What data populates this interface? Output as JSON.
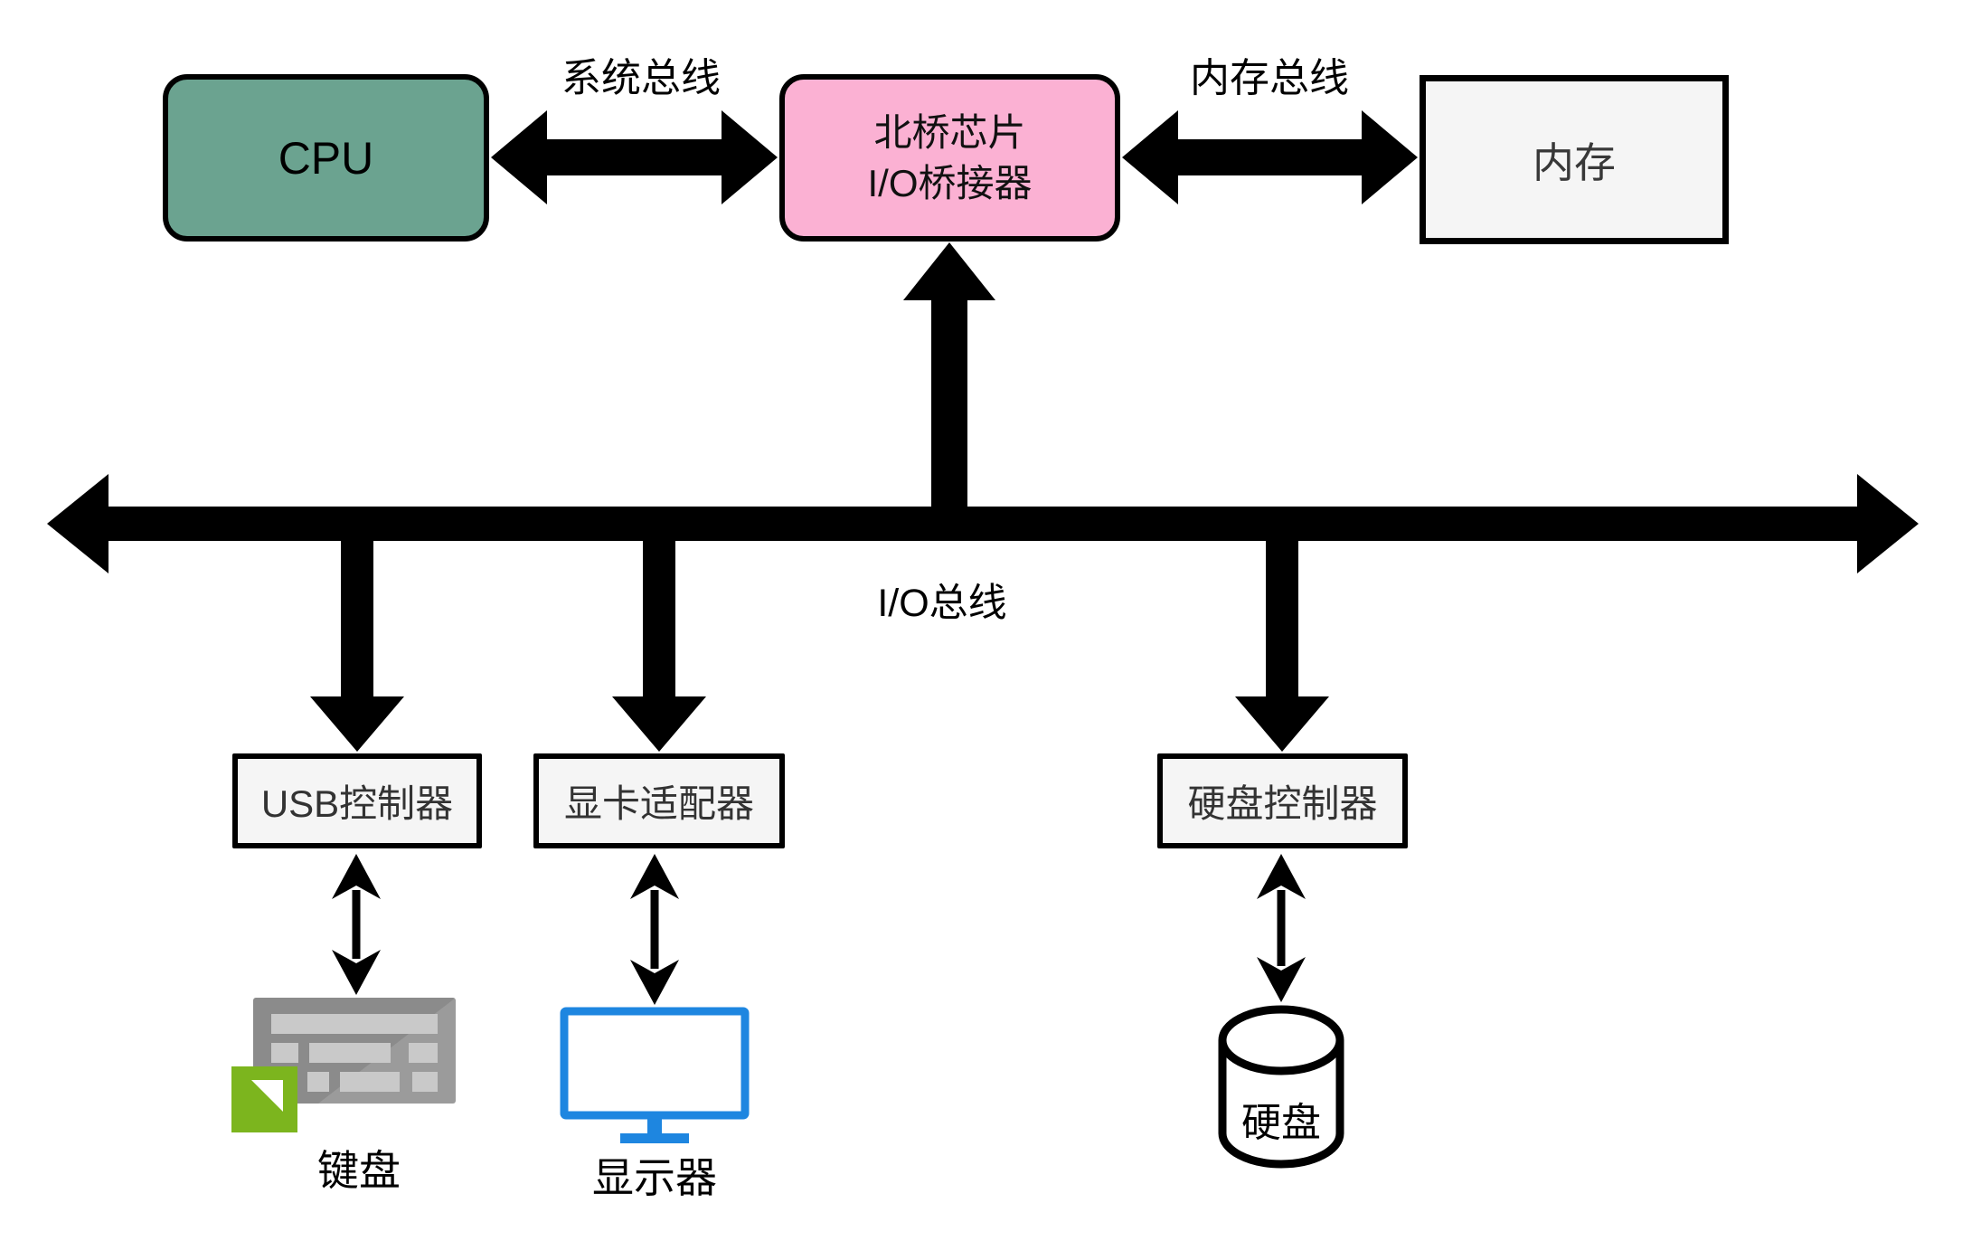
{
  "diagram": {
    "nodes": {
      "cpu": {
        "label": "CPU"
      },
      "northbridge": {
        "line1": "北桥芯片",
        "line2": "I/O桥接器"
      },
      "memory": {
        "label": "内存"
      },
      "usb_controller": {
        "label": "USB控制器"
      },
      "graphics_adapter": {
        "label": "显卡适配器"
      },
      "disk_controller": {
        "label": "硬盘控制器"
      }
    },
    "buses": {
      "system_bus": {
        "label": "系统总线"
      },
      "memory_bus": {
        "label": "内存总线"
      },
      "io_bus": {
        "label": "I/O总线"
      }
    },
    "devices": {
      "keyboard": {
        "label": "键盘"
      },
      "monitor": {
        "label": "显示器"
      },
      "hard_disk": {
        "label": "硬盘"
      }
    },
    "colors": {
      "cpu_fill": "#6BA390",
      "northbridge_fill": "#FBB1D3",
      "memory_fill": "#F5F5F5",
      "controller_fill": "#F5F5F5",
      "arrow_black": "#000000",
      "monitor_blue": "#1E86E0",
      "keyboard_gray": "#8B8B8B",
      "keyboard_key_gray": "#C9C9C9",
      "keyboard_badge_green": "#7CB51E"
    }
  }
}
